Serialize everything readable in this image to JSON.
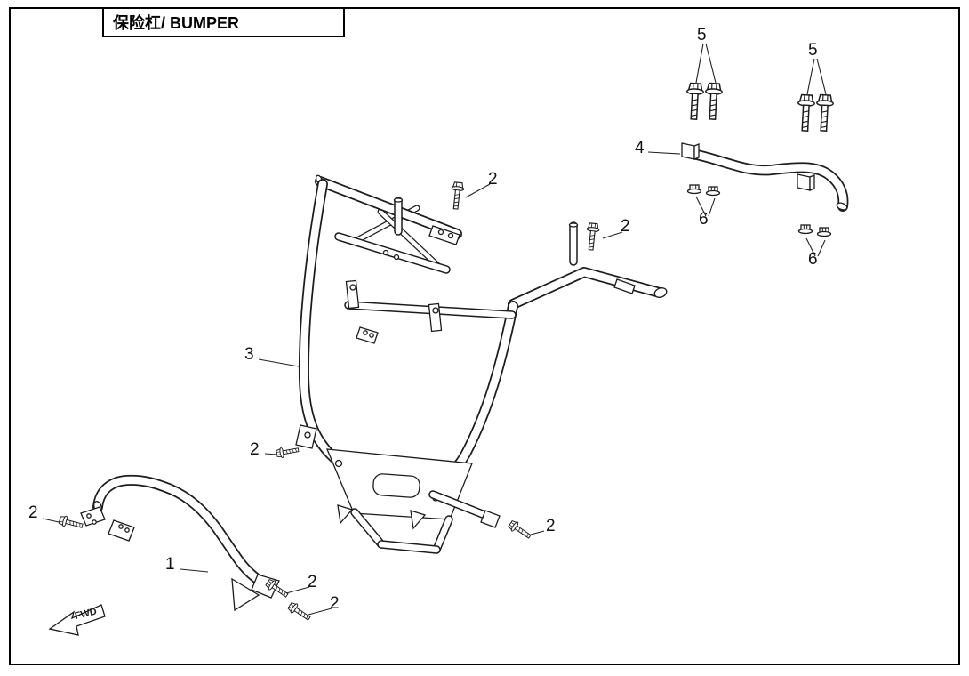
{
  "header": {
    "title": "保险杠/ BUMPER"
  },
  "diagram": {
    "fwd_label": "FWD",
    "line_color": "#1c1c1c",
    "background": "#ffffff"
  },
  "callouts": [
    {
      "id": "bolt-top",
      "label": "2"
    },
    {
      "id": "bolt-right",
      "label": "2"
    },
    {
      "id": "main-frame",
      "label": "3"
    },
    {
      "id": "bolt-mid-left",
      "label": "2"
    },
    {
      "id": "bolt-far-left",
      "label": "2"
    },
    {
      "id": "lower-bumper",
      "label": "1"
    },
    {
      "id": "bolt-bottom-1",
      "label": "2"
    },
    {
      "id": "bolt-bottom-2",
      "label": "2"
    },
    {
      "id": "bolt-bottom-right",
      "label": "2"
    },
    {
      "id": "bolts-rear-left",
      "label": "5"
    },
    {
      "id": "bolts-rear-right",
      "label": "5"
    },
    {
      "id": "rear-bar",
      "label": "4"
    },
    {
      "id": "nuts-rear-left",
      "label": "6"
    },
    {
      "id": "nuts-rear-right",
      "label": "6"
    }
  ]
}
